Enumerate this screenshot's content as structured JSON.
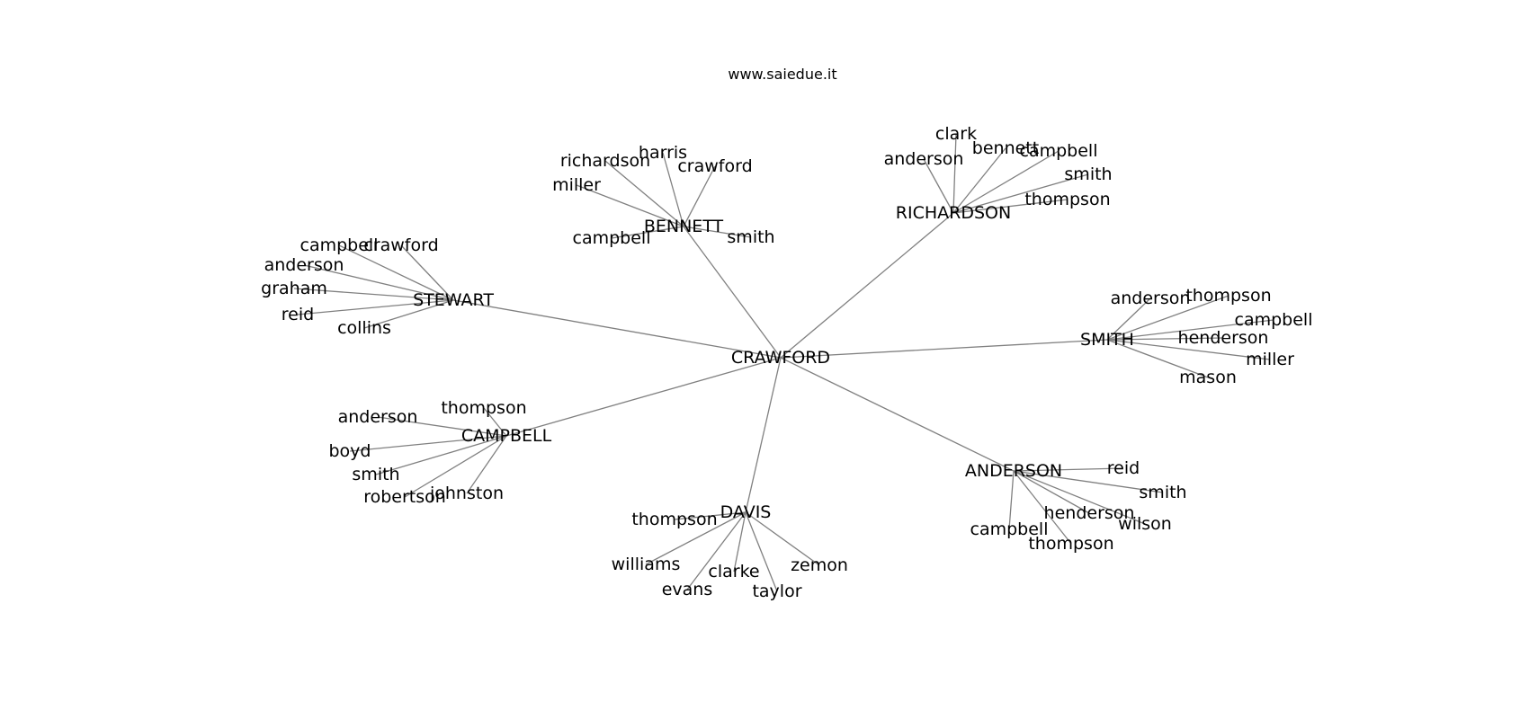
{
  "header": {
    "title": "www.saiedue.it"
  },
  "colors": {
    "edge": "#808080",
    "text": "#000000",
    "background": "#ffffff"
  },
  "graph": {
    "center": "CRAWFORD",
    "hubs": [
      {
        "name": "BENNETT",
        "leaves": [
          "richardson",
          "harris",
          "crawford",
          "miller",
          "campbell",
          "smith"
        ]
      },
      {
        "name": "RICHARDSON",
        "leaves": [
          "clark",
          "anderson",
          "bennett",
          "campbell",
          "smith",
          "thompson"
        ]
      },
      {
        "name": "STEWART",
        "leaves": [
          "campbell",
          "crawford",
          "anderson",
          "graham",
          "reid",
          "collins"
        ]
      },
      {
        "name": "SMITH",
        "leaves": [
          "anderson",
          "thompson",
          "campbell",
          "henderson",
          "miller",
          "mason"
        ]
      },
      {
        "name": "CAMPBELL",
        "leaves": [
          "thompson",
          "anderson",
          "boyd",
          "smith",
          "robertson",
          "johnston"
        ]
      },
      {
        "name": "ANDERSON",
        "leaves": [
          "reid",
          "smith",
          "henderson",
          "wilson",
          "campbell",
          "thompson"
        ]
      },
      {
        "name": "DAVIS",
        "leaves": [
          "thompson",
          "williams",
          "clarke",
          "zemon",
          "evans",
          "taylor"
        ]
      }
    ]
  }
}
